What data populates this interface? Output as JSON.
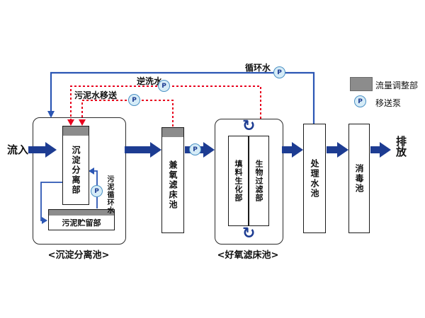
{
  "flow": {
    "inflow": "流入",
    "outflow": "排放"
  },
  "top_lines": {
    "circulation_water": "循环水",
    "backwash_water": "逆洗水",
    "sludge_transfer": "污泥水移送"
  },
  "group1": {
    "label": "<沉淀分离池>",
    "sedimentation_unit": "沉淀分离部",
    "sludge_storage": "污泥贮留部",
    "sludge_circulation": "污泥循环水"
  },
  "tank_anoxic": "兼氧滤床池",
  "group3": {
    "label": "<好氧滤床池>",
    "left_column": "填料生化部",
    "right_column": "生物过滤部",
    "recycle_icon": "↻"
  },
  "tank_treated": "处理水池",
  "tank_disinfection": "消毒池",
  "pump_letter": "P",
  "legend": {
    "flow_adjust": "流量调整部",
    "transfer_pump": "移送泵"
  },
  "colors": {
    "arrow_blue": "#1d3c92",
    "line_blue": "#2b56b4",
    "line_red": "#e8001e",
    "cap_gray": "#8c8c8c",
    "pump_fill": "#d6ecf7",
    "pump_border": "#4a90c4"
  }
}
